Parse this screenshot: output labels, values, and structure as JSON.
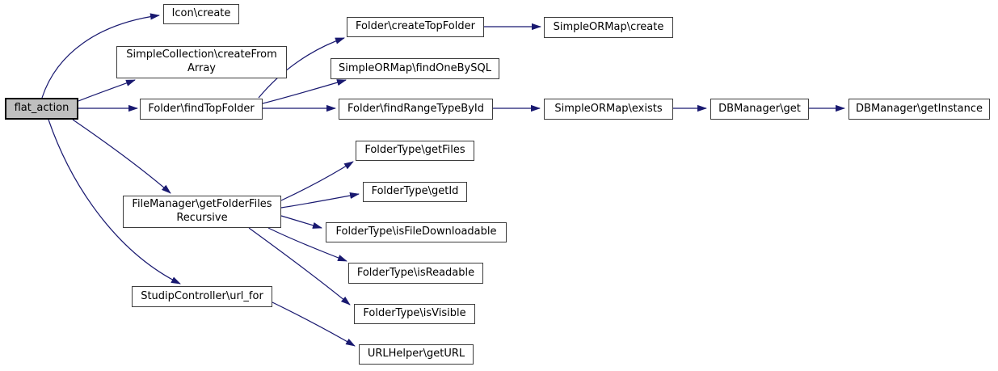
{
  "diagram": {
    "kind": "call-graph",
    "root_function": "flat_action",
    "colors": {
      "background": "#ffffff",
      "edge": "#191970",
      "node_border": "#3c3c3c",
      "node_fill": "#ffffff",
      "root_node_fill": "#bfbfbf",
      "text": "#000000"
    },
    "nodes": [
      {
        "id": "flat_action",
        "label": "flat_action"
      },
      {
        "id": "icon_create",
        "label": "Icon\\create"
      },
      {
        "id": "simplecollection_createfromarray",
        "label": "SimpleCollection\\createFrom\nArray"
      },
      {
        "id": "folder_findtopfolder",
        "label": "Folder\\findTopFolder"
      },
      {
        "id": "folder_createtopfolder",
        "label": "Folder\\createTopFolder"
      },
      {
        "id": "simpleormap_findonebysql",
        "label": "SimpleORMap\\findOneBySQL"
      },
      {
        "id": "folder_findrangetypebyid",
        "label": "Folder\\findRangeTypeById"
      },
      {
        "id": "simpleormap_create",
        "label": "SimpleORMap\\create"
      },
      {
        "id": "simpleormap_exists",
        "label": "SimpleORMap\\exists"
      },
      {
        "id": "dbmanager_get",
        "label": "DBManager\\get"
      },
      {
        "id": "dbmanager_getinstance",
        "label": "DBManager\\getInstance"
      },
      {
        "id": "filemanager_getfolderfilesrecursive",
        "label": "FileManager\\getFolderFiles\nRecursive"
      },
      {
        "id": "foldertype_getfiles",
        "label": "FolderType\\getFiles"
      },
      {
        "id": "foldertype_getid",
        "label": "FolderType\\getId"
      },
      {
        "id": "foldertype_isfiledownloadable",
        "label": "FolderType\\isFileDownloadable"
      },
      {
        "id": "foldertype_isreadable",
        "label": "FolderType\\isReadable"
      },
      {
        "id": "foldertype_isvisible",
        "label": "FolderType\\isVisible"
      },
      {
        "id": "studipcontroller_url_for",
        "label": "StudipController\\url_for"
      },
      {
        "id": "urlhelper_geturl",
        "label": "URLHelper\\getURL"
      }
    ],
    "edges": [
      {
        "from": "flat_action",
        "to": "Icon\\create"
      },
      {
        "from": "flat_action",
        "to": "SimpleCollection\\createFromArray"
      },
      {
        "from": "flat_action",
        "to": "Folder\\findTopFolder"
      },
      {
        "from": "flat_action",
        "to": "FileManager\\getFolderFilesRecursive"
      },
      {
        "from": "flat_action",
        "to": "StudipController\\url_for"
      },
      {
        "from": "Folder\\findTopFolder",
        "to": "Folder\\createTopFolder"
      },
      {
        "from": "Folder\\findTopFolder",
        "to": "SimpleORMap\\findOneBySQL"
      },
      {
        "from": "Folder\\findTopFolder",
        "to": "Folder\\findRangeTypeById"
      },
      {
        "from": "Folder\\createTopFolder",
        "to": "SimpleORMap\\create"
      },
      {
        "from": "Folder\\findRangeTypeById",
        "to": "SimpleORMap\\exists"
      },
      {
        "from": "SimpleORMap\\exists",
        "to": "DBManager\\get"
      },
      {
        "from": "DBManager\\get",
        "to": "DBManager\\getInstance"
      },
      {
        "from": "FileManager\\getFolderFilesRecursive",
        "to": "FolderType\\getFiles"
      },
      {
        "from": "FileManager\\getFolderFilesRecursive",
        "to": "FolderType\\getId"
      },
      {
        "from": "FileManager\\getFolderFilesRecursive",
        "to": "FolderType\\isFileDownloadable"
      },
      {
        "from": "FileManager\\getFolderFilesRecursive",
        "to": "FolderType\\isReadable"
      },
      {
        "from": "FileManager\\getFolderFilesRecursive",
        "to": "FolderType\\isVisible"
      },
      {
        "from": "StudipController\\url_for",
        "to": "URLHelper\\getURL"
      }
    ]
  }
}
